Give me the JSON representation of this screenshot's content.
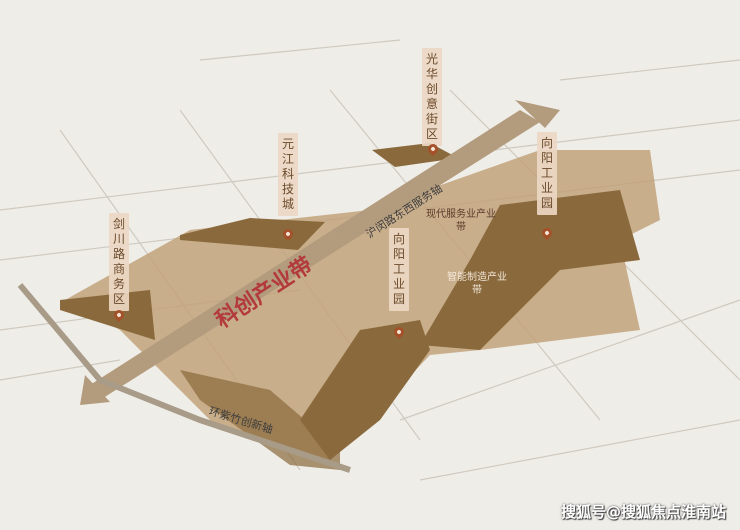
{
  "map": {
    "zones": [
      {
        "name": "光华创意街区"
      },
      {
        "name": "元江科技城"
      },
      {
        "name": "剑川路商务区"
      },
      {
        "name": "向阳工业园"
      },
      {
        "name": "向阳工业园"
      }
    ],
    "belts": {
      "modern_service": "现代服务业产业带",
      "smart_manufacturing": "智能制造产业带",
      "tech_innovation": "科创产业带"
    },
    "axes": {
      "humin_road": "沪闵路东西服务轴",
      "zizhu": "环紫竹创新轴"
    },
    "colors": {
      "zone": "#8a6a3c",
      "district": "#c2a27a",
      "pin": "#a4512a",
      "belt_title": "#b3393a"
    }
  },
  "watermark": "搜狐号@搜狐焦点淮南站"
}
